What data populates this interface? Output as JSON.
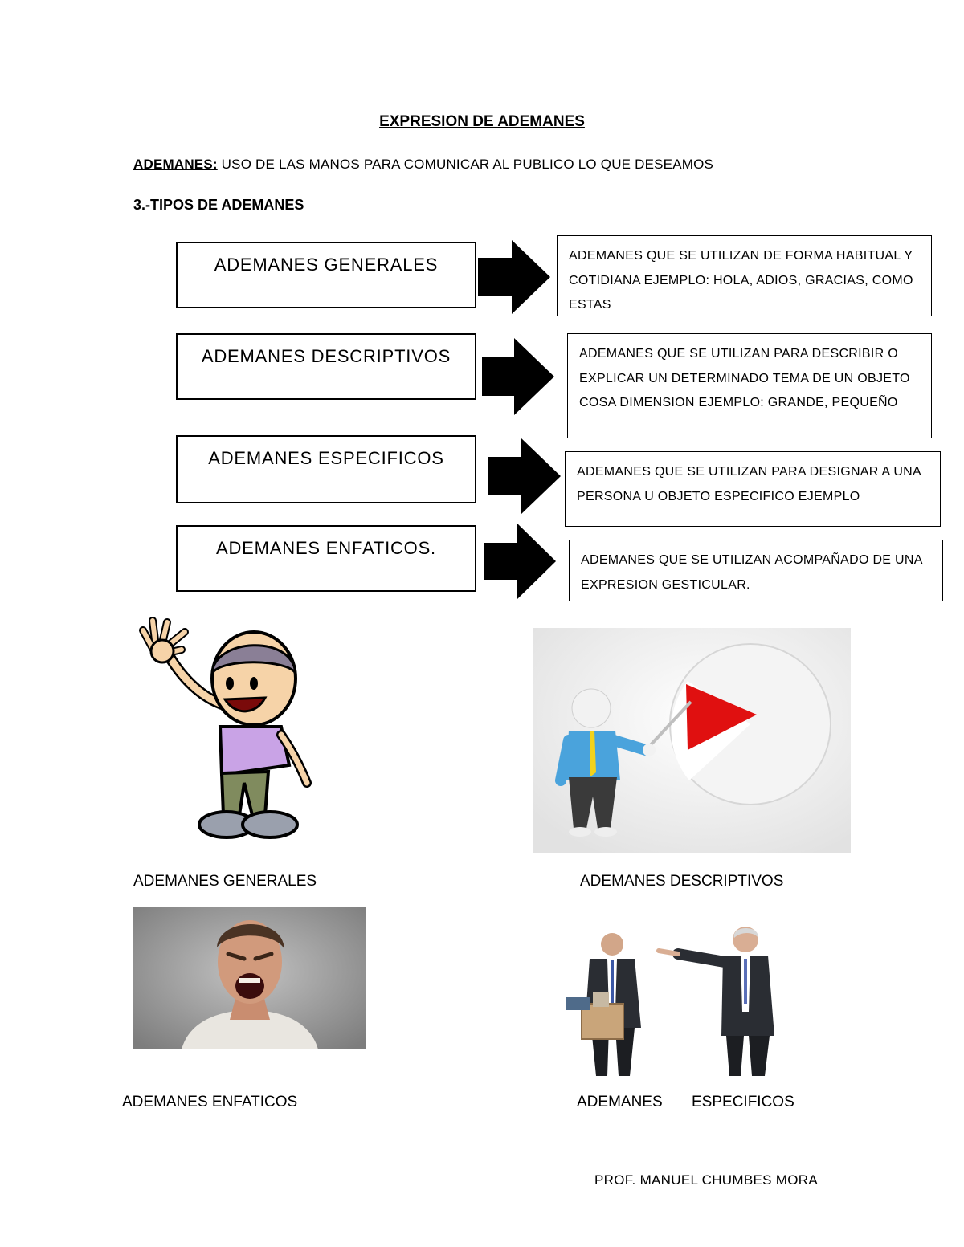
{
  "title": "EXPRESION DE ADEMANES",
  "definition": {
    "label": "ADEMANES:",
    "text": " USO DE LAS MANOS PARA COMUNICAR AL PUBLICO LO QUE DESEAMOS"
  },
  "section_heading": "3.-TIPOS DE ADEMANES",
  "types": [
    {
      "name": "ADEMANES GENERALES",
      "description": "ADEMANES QUE SE UTILIZAN DE FORMA HABITUAL Y COTIDIANA EJEMPLO: HOLA, ADIOS, GRACIAS, COMO ESTAS"
    },
    {
      "name": "ADEMANES DESCRIPTIVOS",
      "description": "ADEMANES QUE SE UTILIZAN PARA DESCRIBIR O EXPLICAR UN DETERMINADO TEMA DE UN OBJETO COSA DIMENSION EJEMPLO: GRANDE, PEQUEÑO"
    },
    {
      "name": "ADEMANES ESPECIFICOS",
      "description": "ADEMANES QUE SE UTILIZAN PARA DESIGNAR A UNA PERSONA U OBJETO ESPECIFICO EJEMPLO"
    },
    {
      "name": "ADEMANES ENFATICOS.",
      "description": "ADEMANES QUE SE UTILIZAN ACOMPAÑADO DE UNA EXPRESION GESTICULAR."
    }
  ],
  "captions": {
    "generales": "ADEMANES GENERALES",
    "descriptivos": "ADEMANES DESCRIPTIVOS",
    "enfaticos": "ADEMANES ENFATICOS",
    "especificos_1": "ADEMANES",
    "especificos_2": "ESPECIFICOS"
  },
  "footer": "PROF. MANUEL CHUMBES MORA",
  "colors": {
    "border": "#000000",
    "arrow": "#000000",
    "chart_red": "#e01010",
    "shirt_purple": "#c9a3e6",
    "shirt_blue": "#4aa3dc"
  },
  "icons": [
    "waving-boy-illustration",
    "presenter-pie-chart-illustration",
    "shouting-man-photo",
    "pointing-businessmen-photo",
    "right-arrow-icon"
  ]
}
